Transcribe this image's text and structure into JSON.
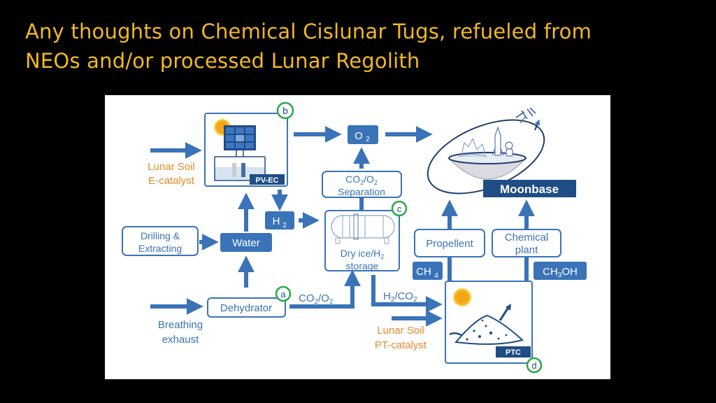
{
  "slide": {
    "title_line1": "Any thoughts on Chemical Cislunar Tugs, refueled from",
    "title_line2": "NEOs and/or processed Lunar Regolith"
  },
  "colors": {
    "background": "#000000",
    "title": "#f2b822",
    "blue": "#3a73b8",
    "dark_blue": "#1f4e86",
    "orange": "#e8892a",
    "green": "#2aa84a"
  },
  "diagram": {
    "inputs": {
      "lunar_soil_e_line1": "Lunar Soil",
      "lunar_soil_e_line2": "E-catalyst",
      "breathing_line1": "Breathing",
      "breathing_line2": "exhaust",
      "lunar_soil_pt_line1": "Lunar Soil",
      "lunar_soil_pt_line2": "PT-catalyst"
    },
    "nodes": {
      "pvec_tag": "PV-EC",
      "o2_main": "O",
      "o2_sub": "2",
      "separation_line1_a": "CO",
      "separation_line1_b": "2",
      "separation_line1_c": "/O",
      "separation_line1_d": "2",
      "separation_line2": "Separation",
      "moonbase": "Moonbase",
      "drilling_line1": "Drilling &",
      "drilling_line2": "Extracting",
      "water": "Water",
      "h2_main": "H",
      "h2_sub": "2",
      "storage_line1_a": "Dry ice/H",
      "storage_line1_b": "2",
      "storage_line2": "storage",
      "propellent": "Propellent",
      "chemical_line1": "Chemical",
      "chemical_line2": "plant",
      "ch4_main": "CH",
      "ch4_sub": "4",
      "ch3oh_a": "CH",
      "ch3oh_b": "3",
      "ch3oh_c": "OH",
      "dehydrator": "Dehydrator",
      "ptc_tag": "PTC"
    },
    "flow_labels": {
      "co2o2_a": "CO",
      "co2o2_b": "2",
      "co2o2_c": "/O",
      "co2o2_d": "2",
      "h2co2_a": "H",
      "h2co2_b": "2",
      "h2co2_c": "/CO",
      "h2co2_d": "2"
    },
    "markers": {
      "a": "a",
      "b": "b",
      "c": "c",
      "d": "d"
    }
  }
}
